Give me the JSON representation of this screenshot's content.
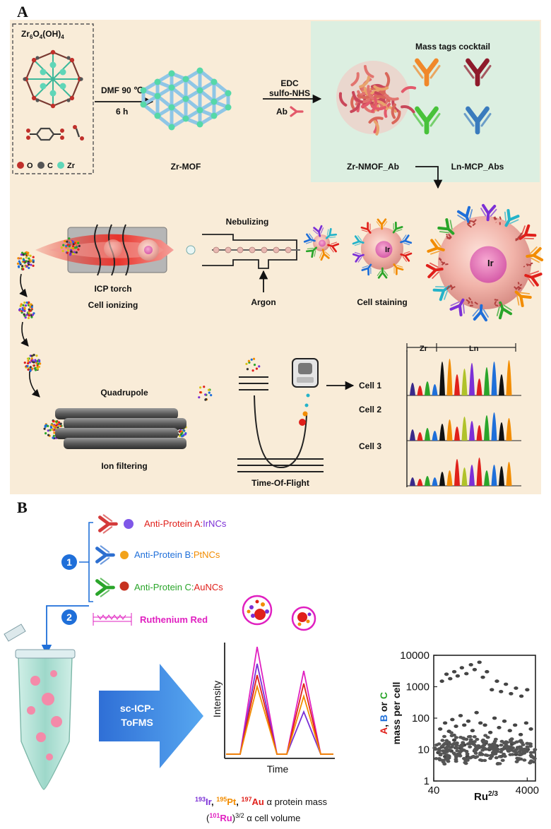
{
  "panelA": {
    "label": "A",
    "formula_main": "Zr",
    "formula_sub1": "6",
    "formula_mid": "O",
    "formula_sub2": "4",
    "formula_tail": "(OH)",
    "formula_sub3": "4",
    "legend_o": "O",
    "legend_c": "C",
    "legend_zr": "Zr",
    "step1_line1": "DMF 90 ℃",
    "step1_line2": "6 h",
    "zrmof": "Zr-MOF",
    "step2_line1": "EDC",
    "step2_line2": "sulfo-NHS",
    "ab": "Ab",
    "cocktail": "Mass tags cocktail",
    "zrnmof": "Zr-NMOF_Ab",
    "lnmcp": "Ln-MCP_Abs",
    "nebulizing": "Nebulizing",
    "icp_torch": "ICP torch",
    "cell_ionizing": "Cell ionizing",
    "argon": "Argon",
    "cell_staining": "Cell staining",
    "ir": "Ir",
    "quadrupole": "Quadrupole",
    "ion_filtering": "Ion filtering",
    "tof": "Time-Of-Flight",
    "zr": "Zr",
    "ln": "Ln",
    "cell1": "Cell 1",
    "cell2": "Cell 2",
    "cell3": "Cell 3"
  },
  "panelB": {
    "label": "B",
    "anti_a": "Anti-Protein A:",
    "nc_a": "IrNCs",
    "anti_b": "Anti-Protein B:",
    "nc_b": "PtNCs",
    "anti_c": "Anti-Protein C:",
    "nc_c": "AuNCs",
    "step1": "1",
    "step2": "2",
    "ruthenium": "Ruthenium Red",
    "arrow_line1": "sc-ICP-",
    "arrow_line2": "ToFMS",
    "intensity": "Intensity",
    "time": "Time",
    "iso_ir_num": "193",
    "iso_ir": "Ir",
    "iso_pt_num": "195",
    "iso_pt": "Pt",
    "iso_au_num": "197",
    "iso_au": "Au",
    "protein_text": " α protein mass",
    "ru_open": "(",
    "ru_num": "101",
    "ru": "Ru",
    "ru_close": ")",
    "ru_exp": "3/2",
    "volume_text": " α cell volume",
    "ylabel_a": "A",
    "ylabel_comma": ", ",
    "ylabel_b": "B",
    "ylabel_or": " or ",
    "ylabel_c": "C",
    "ylabel_line2": "mass per cell",
    "xlabel_main": "Ru",
    "xlabel_exp": "2/3",
    "colors": {
      "ir": "#7b2fd6",
      "pt": "#f28c00",
      "au": "#e0201b",
      "ru": "#e020c0",
      "red": "#e0201b",
      "blue": "#1f6fd9",
      "green": "#2aa52a"
    }
  },
  "chart_data": {
    "type": "scatter",
    "title": "",
    "xlabel": "Ru^2/3",
    "ylabel": "A, B or C mass per cell",
    "x_scale": "log",
    "y_scale": "log",
    "xlim": [
      40,
      6000
    ],
    "ylim": [
      1,
      10000
    ],
    "x_ticks": [
      "40",
      "4000"
    ],
    "y_ticks": [
      "1",
      "10",
      "100",
      "1000",
      "10000"
    ],
    "series": [
      {
        "x": [
          60,
          75,
          90,
          110,
          130,
          160,
          200,
          250,
          300,
          380,
          450,
          550,
          700,
          900,
          1100,
          1400,
          1800,
          2300,
          3000,
          4000
        ],
        "y": [
          1500,
          2500,
          1800,
          3000,
          2200,
          4000,
          2600,
          5000,
          3500,
          6000,
          2000,
          3000,
          800,
          1500,
          700,
          1200,
          600,
          900,
          500,
          800
        ]
      },
      {
        "x": [
          55,
          70,
          85,
          100,
          120,
          150,
          180,
          220,
          270,
          330,
          400,
          500,
          650,
          800,
          1000,
          1300,
          1700,
          2200,
          2900,
          3800,
          4800
        ],
        "y": [
          45,
          70,
          38,
          90,
          55,
          120,
          60,
          80,
          40,
          150,
          70,
          60,
          35,
          100,
          50,
          80,
          40,
          60,
          30,
          70,
          45
        ]
      },
      {
        "x": [
          50,
          60,
          70,
          80,
          95,
          110,
          130,
          150,
          180,
          210,
          250,
          300,
          360,
          430,
          520,
          620,
          750,
          900,
          1100,
          1300,
          1600,
          1900,
          2300,
          2800,
          3400,
          4100,
          5000
        ],
        "y": [
          8,
          12,
          6,
          15,
          9,
          20,
          7,
          11,
          14,
          6,
          18,
          9,
          12,
          7,
          16,
          10,
          8,
          13,
          6,
          11,
          9,
          15,
          7,
          12,
          8,
          10,
          6
        ]
      }
    ]
  }
}
